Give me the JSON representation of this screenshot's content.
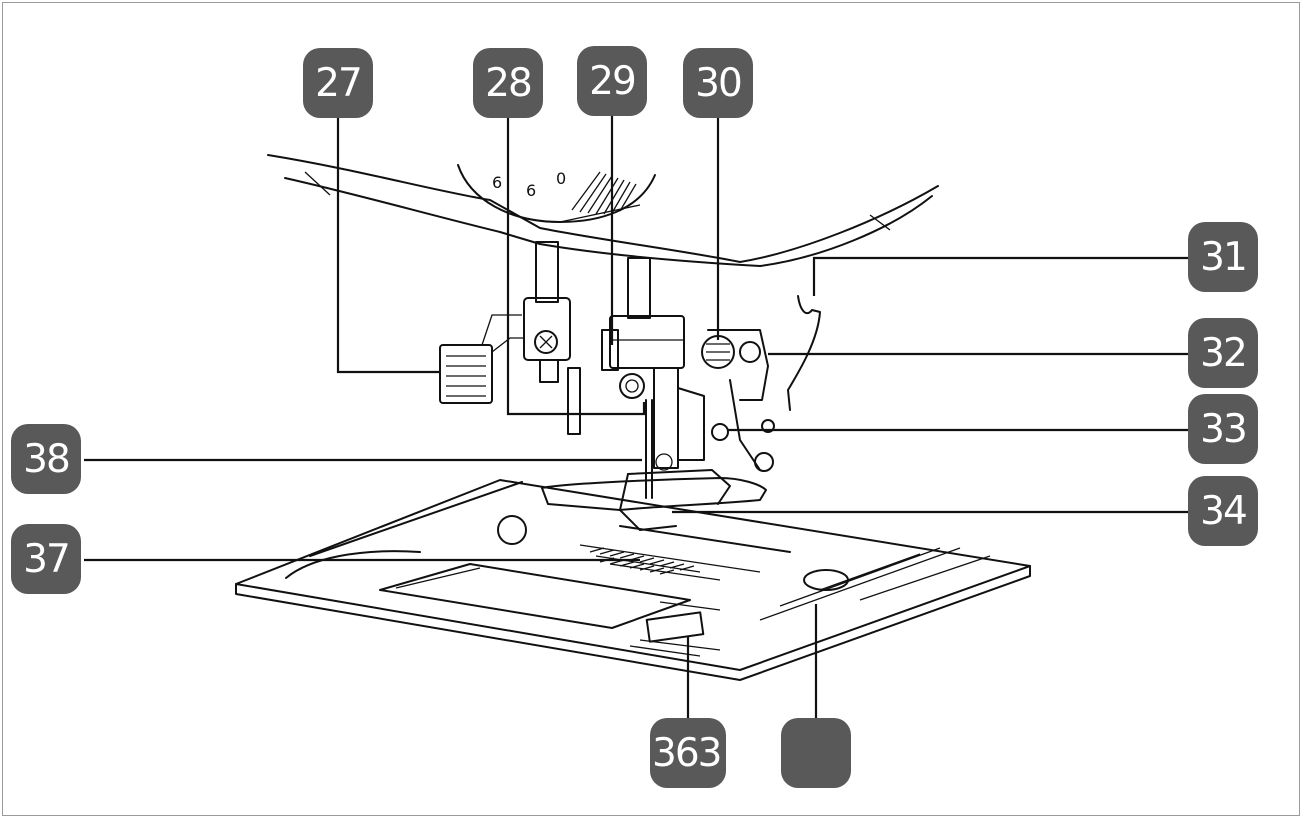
{
  "labels": {
    "n27": "27",
    "n28": "28",
    "n29": "29",
    "n30": "30",
    "n31": "31",
    "n32": "32",
    "n33": "33",
    "n34": "34",
    "n36": "363",
    "n35": "",
    "n37": "37",
    "n38": "38"
  },
  "dial": {
    "d1": "6",
    "d2": "6",
    "d3": "0"
  },
  "colors": {
    "badge": "#595959",
    "badge_text": "#ffffff",
    "line": "#111111"
  }
}
